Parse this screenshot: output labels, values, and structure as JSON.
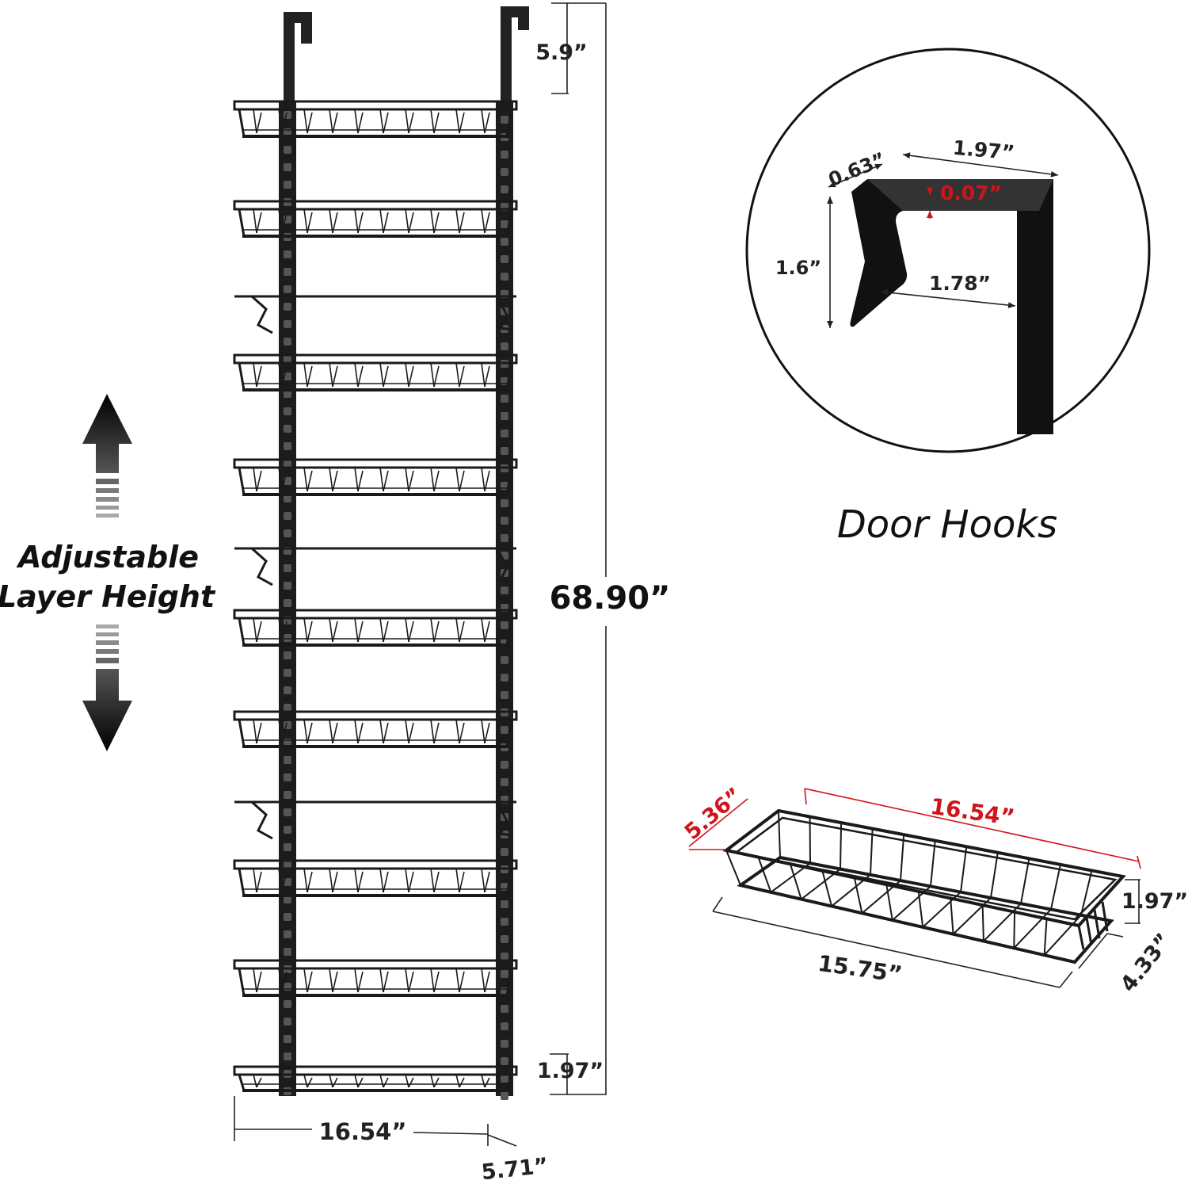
{
  "rack": {
    "dim_top_hook": "5.9”",
    "dim_total_height": "68.90”",
    "dim_basket_height": "1.97”",
    "dim_width": "16.54”",
    "dim_depth": "5.71”"
  },
  "adjustable": {
    "line1": "Adjustable",
    "line2": "Layer Height"
  },
  "hook": {
    "title": "Door Hooks",
    "dim_depth": "0.63”",
    "dim_width": "1.97”",
    "dim_thickness": "0.07”",
    "dim_height": "1.6”",
    "dim_inner": "1.78”"
  },
  "basket": {
    "dim_top_depth": "5.36”",
    "dim_top_length": "16.54”",
    "dim_height": "1.97”",
    "dim_bottom_length": "15.75”",
    "dim_bottom_depth": "4.33”"
  },
  "colors": {
    "metal": "#1a1a1a",
    "accent_red": "#d0141b",
    "dimension_line": "#222222"
  }
}
